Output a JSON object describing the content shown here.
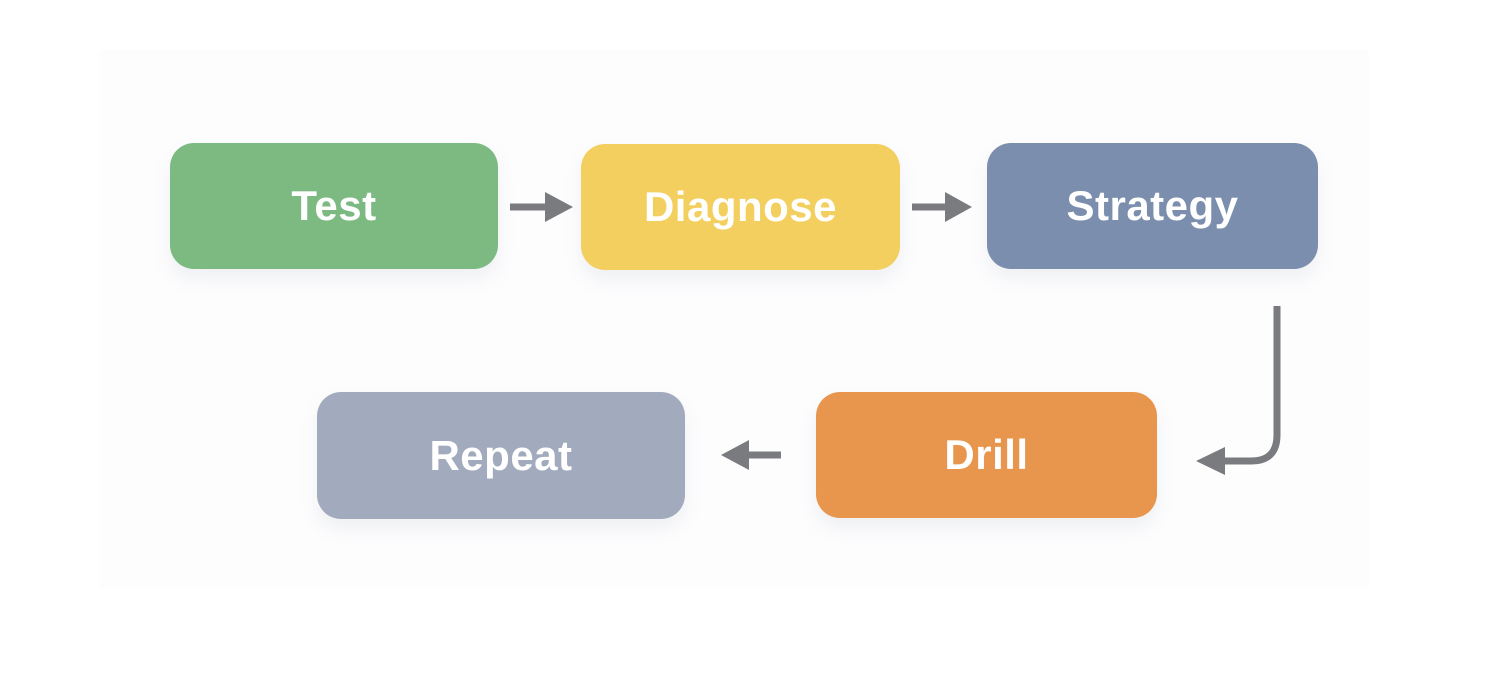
{
  "diagram": {
    "type": "flowchart",
    "nodes": [
      {
        "id": "test",
        "label": "Test",
        "color": "#7dba82"
      },
      {
        "id": "diagnose",
        "label": "Diagnose",
        "color": "#f2cf5f"
      },
      {
        "id": "strategy",
        "label": "Strategy",
        "color": "#7b8eae"
      },
      {
        "id": "drill",
        "label": "Drill",
        "color": "#e8954d"
      },
      {
        "id": "repeat",
        "label": "Repeat",
        "color": "#a2abbd"
      }
    ],
    "edges": [
      {
        "from": "test",
        "to": "diagnose"
      },
      {
        "from": "diagnose",
        "to": "strategy"
      },
      {
        "from": "strategy",
        "to": "drill"
      },
      {
        "from": "drill",
        "to": "repeat"
      }
    ],
    "colors": {
      "arrow": "#797b7e",
      "node_text": "#ffffff",
      "page_bg": "#ffffff",
      "panel_bg": "#fdfdfe"
    }
  }
}
